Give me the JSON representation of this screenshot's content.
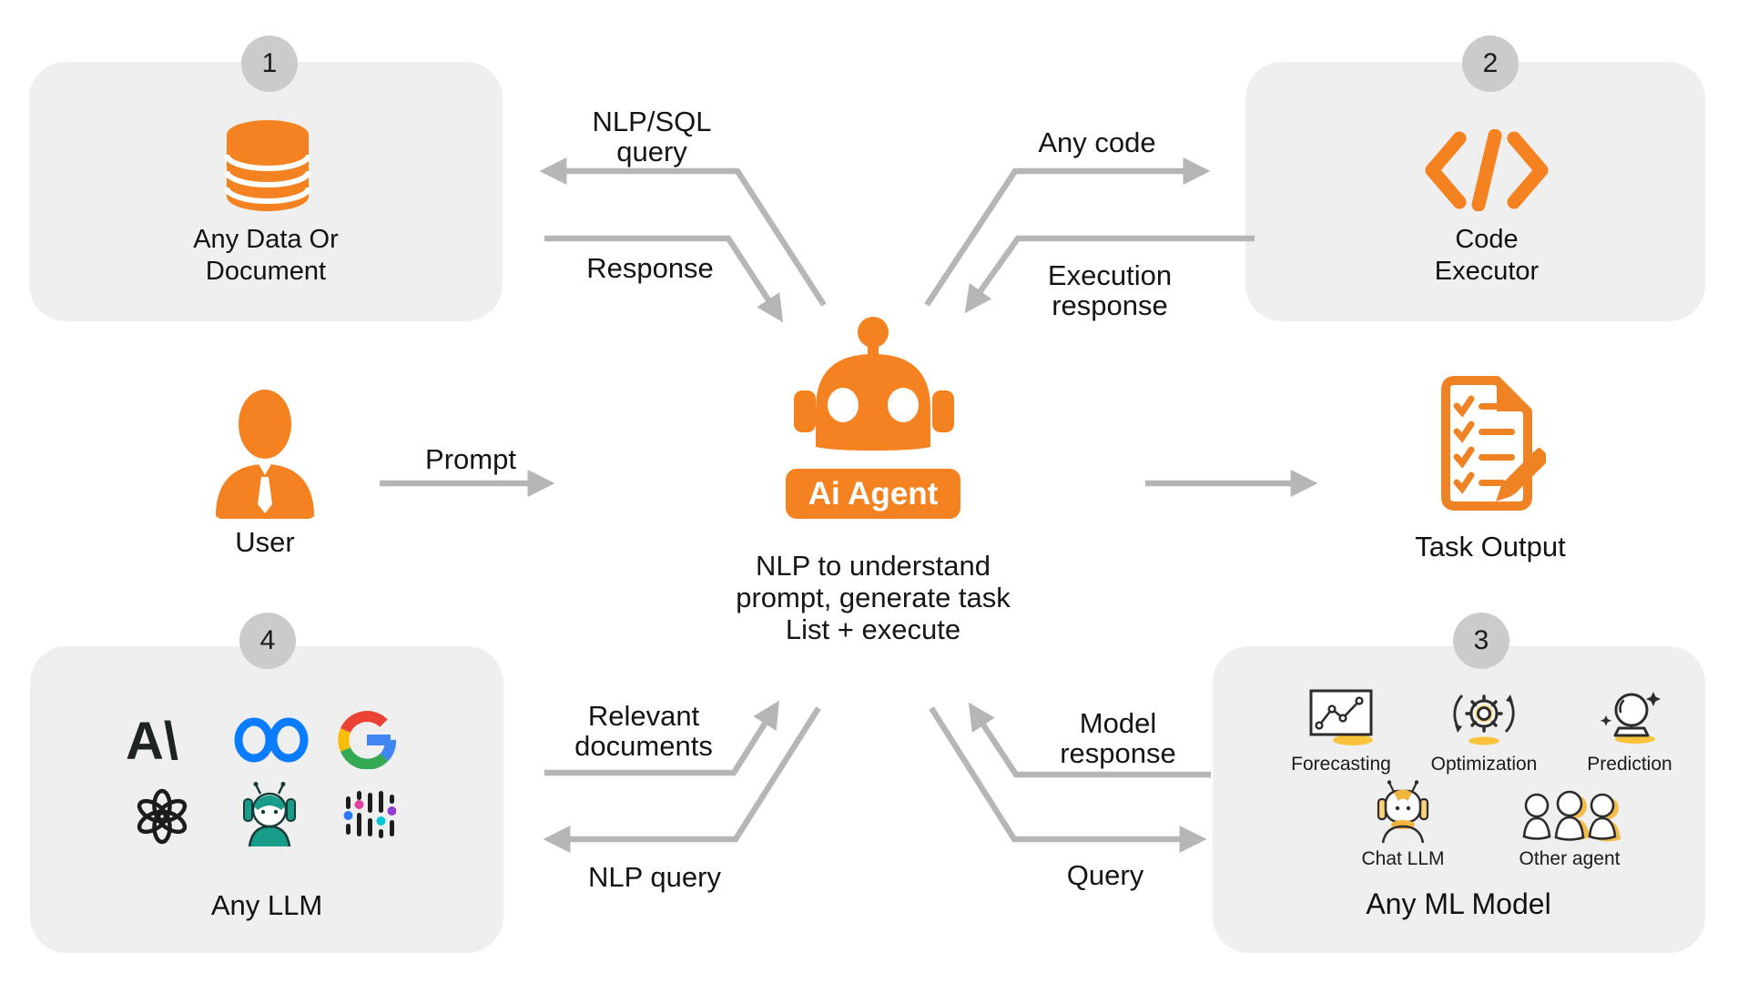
{
  "colors": {
    "accent_orange": "#f58220",
    "box_gray": "#efefef",
    "badge_gray": "#cbcbcb",
    "arrow_gray": "#b6b6b6",
    "text_dark": "#141414"
  },
  "badges": {
    "one": "1",
    "two": "2",
    "three": "3",
    "four": "4"
  },
  "boxes": {
    "data_document": {
      "title": "Any Data Or\nDocument",
      "icon": "database-icon"
    },
    "code_executor": {
      "title": "Code\nExecutor",
      "icon": "code-icon"
    },
    "any_llm": {
      "title": "Any LLM",
      "logos": [
        "anthropic-logo",
        "meta-logo",
        "google-logo",
        "openai-logo",
        "bot-logo",
        "equalizer-logo"
      ]
    },
    "any_ml_model": {
      "title": "Any ML Model",
      "items": [
        {
          "label": "Forecasting",
          "icon": "forecasting-icon"
        },
        {
          "label": "Optimization",
          "icon": "optimization-icon"
        },
        {
          "label": "Prediction",
          "icon": "prediction-icon"
        },
        {
          "label": "Chat LLM",
          "icon": "chat-llm-icon"
        },
        {
          "label": "Other agent",
          "icon": "other-agent-icon"
        }
      ]
    }
  },
  "actors": {
    "user": {
      "label": "User",
      "icon": "user-icon"
    },
    "task_output": {
      "label": "Task Output",
      "icon": "task-output-icon"
    }
  },
  "agent": {
    "badge": "Ai Agent",
    "icon": "robot-icon",
    "description": "NLP to understand\nprompt, generate task\nList + execute"
  },
  "arrows": {
    "nlp_sql_query": "NLP/SQL\nquery",
    "response": "Response",
    "any_code": "Any code",
    "execution_response": "Execution\nresponse",
    "prompt": "Prompt",
    "relevant_documents": "Relevant\ndocuments",
    "nlp_query": "NLP query",
    "model_response": "Model\nresponse",
    "query": "Query"
  }
}
